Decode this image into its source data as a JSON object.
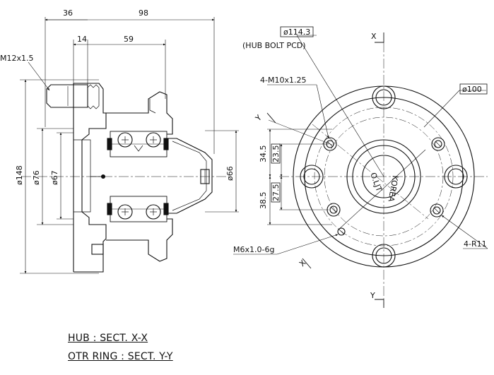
{
  "side_view": {
    "dim_top_98": "98",
    "dim_top_36": "36",
    "dim_14": "14",
    "dim_59": "59",
    "thread_label": "M12x1.5",
    "dia_148": "ø148",
    "dia_76": "ø76",
    "dia_67": "ø67",
    "dia_66": "ø66"
  },
  "front_view": {
    "pcd_value": "ø114.3",
    "pcd_caption": "(HUB BOLT PCD)",
    "bolt_holes": "4-M10x1.25",
    "dia_100": "ø100",
    "dim_34_5": "34.5",
    "dim_23_5": "23.5",
    "dim_27_5": "27.5",
    "dim_38_5": "38.5",
    "tap_label": "M6x1.0-6g",
    "radius_label": "4-R11",
    "section_x_top": "X",
    "section_x_bottom": "X",
    "section_y_left": "Y",
    "section_y_bottom": "Y",
    "hub_mark_1": "O.LJT",
    "hub_mark_2": "KOREA"
  },
  "captions": {
    "hub": "HUB : SECT. X-X",
    "ring": "OTR RING : SECT. Y-Y"
  }
}
